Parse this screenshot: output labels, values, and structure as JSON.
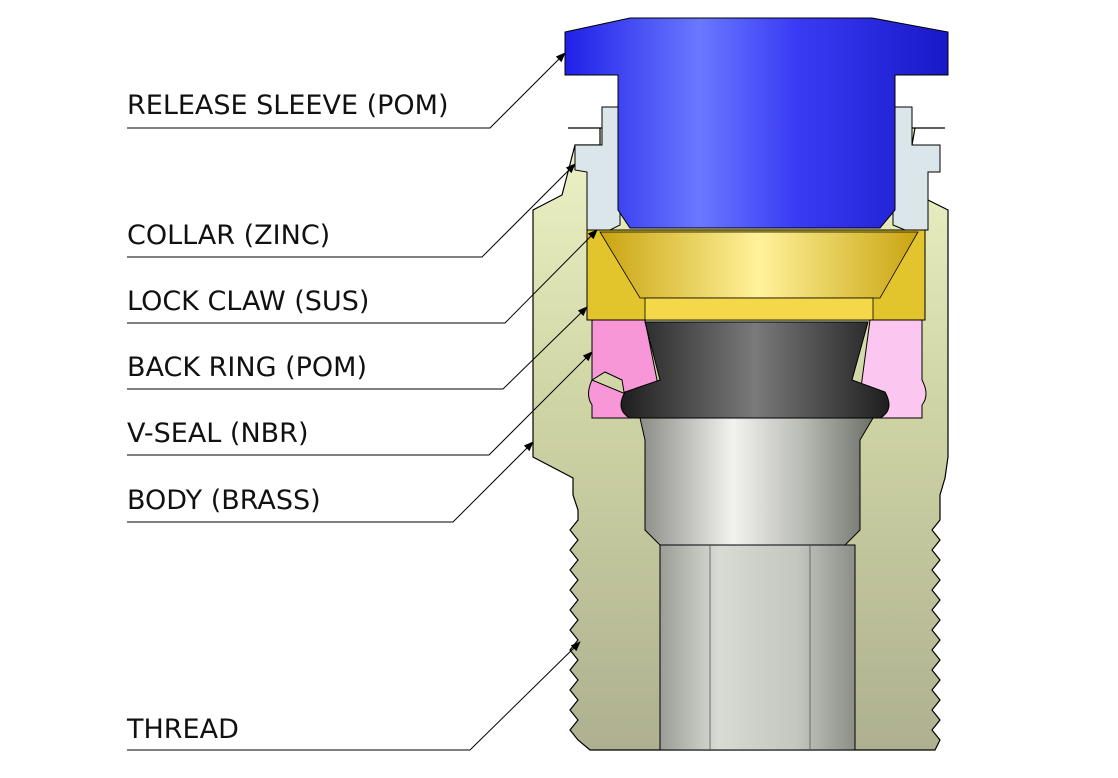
{
  "labels": [
    {
      "id": "release-sleeve",
      "text": "RELEASE SLEEVE (POM)"
    },
    {
      "id": "collar",
      "text": "COLLAR (ZINC)"
    },
    {
      "id": "lock-claw",
      "text": "LOCK CLAW (SUS)"
    },
    {
      "id": "back-ring",
      "text": "BACK RING (POM)"
    },
    {
      "id": "v-seal",
      "text": "V-SEAL (NBR)"
    },
    {
      "id": "body",
      "text": "BODY (BRASS)"
    },
    {
      "id": "thread",
      "text": "THREAD"
    }
  ],
  "colors": {
    "release_sleeve": "#2a2ef0",
    "collar": "#dbe6ea",
    "lock_claw": "#e2c52c",
    "back_ring": "#f797d8",
    "v_seal": "#2e2e2e",
    "body": "#e4eec0",
    "bore": "#c8cac4"
  }
}
